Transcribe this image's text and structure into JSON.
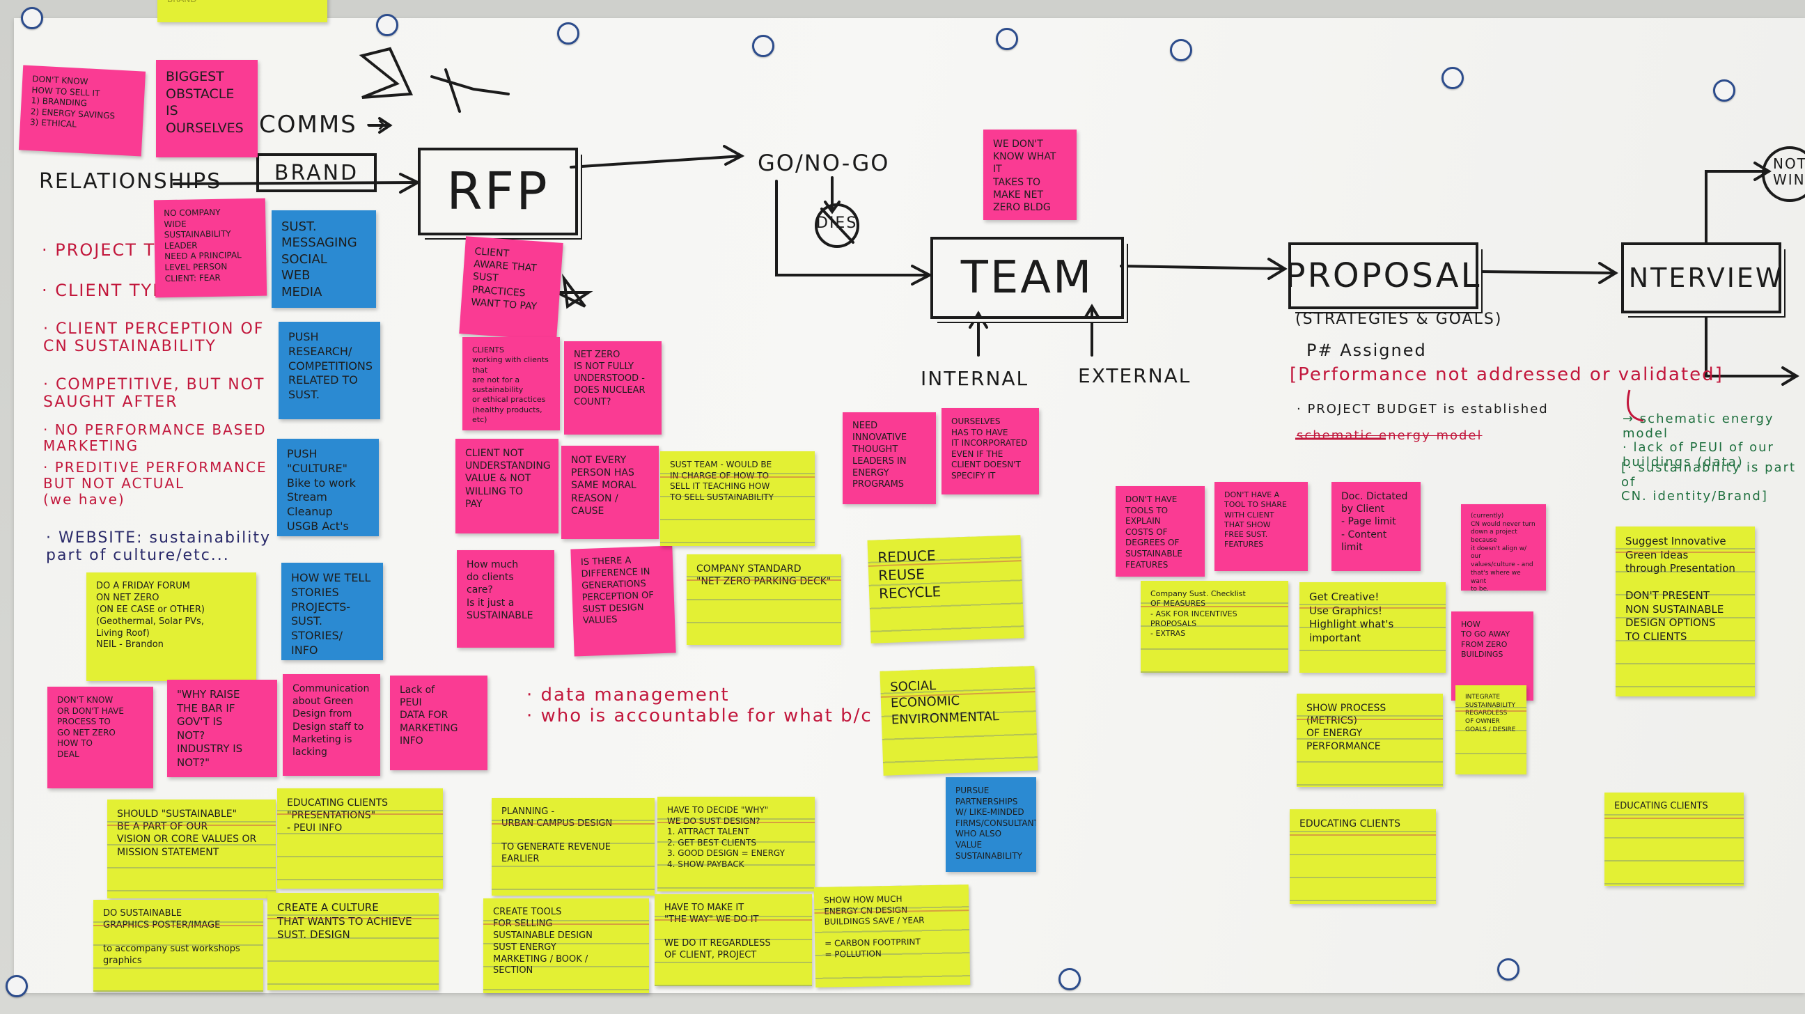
{
  "flow": {
    "comms": "COMMS →",
    "relationships": "RELATIONSHIPS",
    "brand": "BRAND",
    "rfp": "RFP",
    "go_no_go": "GO/NO-GO",
    "dies": "DIES",
    "team": "TEAM",
    "internal": "INTERNAL",
    "external": "EXTERNAL",
    "proposal": "PROPOSAL",
    "proposal_sub": "(STRATEGIES & GOALS)",
    "assigned": "P# Assigned",
    "performance": "[Performance not addressed or validated]",
    "budget": "· PROJECT BUDGET is established",
    "energy_model": "schematic energy model",
    "interview": "INTERVIEW",
    "not_win": "NOT\nWIN"
  },
  "left_notes": {
    "project_type": "· PROJECT TYPE",
    "client_type": "· CLIENT TYPE",
    "client_perception": "· CLIENT PERCEPTION OF\n  CN SUSTAINABILITY",
    "competitive": "· COMPETITIVE, BUT NOT\n  SAUGHT AFTER",
    "no_performance": "· NO PERFORMANCE BASED\n  MARKETING",
    "predictive": "· PREDITIVE PERFORMANCE\n  BUT NOT ACTUAL\n  (we have)",
    "website": "· WEBSITE: sustainability\n  part of culture/etc..."
  },
  "right_notes": {
    "schematic": "→ schematic energy model\n  · lack of PEUI of our\n    buildings (data)",
    "sustainability_identity": "[· sustainability is part of\n   CN. identity/Brand]"
  },
  "center_notes": {
    "data_management": "· data management\n· who is accountable for what b/c"
  },
  "stickies": {
    "dont_know": "DON'T KNOW\nHOW TO SELL IT\n1) BRANDING\n2) ENERGY SAVINGS\n3) ETHICAL",
    "biggest_obstacle": "BIGGEST\nOBSTACLE\nIS\nOURSELVES",
    "no_company_leader": "NO COMPANY\nWIDE SUSTAINABILITY\nLEADER\nNEED A PRINCIPAL\nLEVEL PERSON\nCLIENT: FEAR",
    "sust_messaging": "SUST.\nMESSAGING\nSOCIAL\nWEB\nMEDIA",
    "push_research": "PUSH\nRESEARCH/\nCOMPETITIONS\nRELATED TO\nSUST.",
    "push_culture": "PUSH\n\"CULTURE\"\nBike to work\nStream Cleanup\nUSGB Act's",
    "how_we_tell": "HOW WE TELL\nSTORIES\nPROJECTS-\nSUST. STORIES/\nINFO",
    "client_aware": "CLIENT\nAWARE THAT\nSUST PRACTICES\nWANT TO PAY",
    "clients": "CLIENTS\nworking with clients that\nare not for a sustainability\nor ethical practices\n(healthy products, etc)",
    "net_zero_not": "NET ZERO\nIS NOT FULLY\nUNDERSTOOD -\nDOES NUCLEAR\nCOUNT?",
    "client_not_understanding": "CLIENT NOT\nUNDERSTANDING\nVALUE & NOT\nWILLING TO\nPAY",
    "not_every_person": "NOT EVERY\nPERSON HAS\nSAME MORAL\nREASON / CAUSE",
    "how_much": "How much\ndo clients\ncare?\nIs it just a\nSUSTAINABLE",
    "difference": "IS THERE A\nDIFFERENCE IN\nGENERATIONS\nPERCEPTION OF\nSUST DESIGN\nVALUES",
    "sust_team": "SUST TEAM - WOULD BE\nIN CHARGE OF HOW TO\nSELL IT TEACHING HOW\nTO SELL SUSTAINABILITY",
    "company_standard": "COMPANY STANDARD\n\"NET ZERO PARKING DECK\"",
    "reduce": "REDUCE\nREUSE\nRECYCLE",
    "social": "SOCIAL\nECONOMIC\nENVIRONMENTAL",
    "need_innovative": "NEED\nINNOVATIVE\nTHOUGHT\nLEADERS IN\nENERGY PROGRAMS",
    "ourselves": "OURSELVES\nHAS TO HAVE\nIT INCORPORATED\nEVEN IF THE\nCLIENT DOESN'T\nSPECIFY IT",
    "we_dont_know": "WE DON'T\nKNOW WHAT IT\nTAKES TO\nMAKE NET\nZERO BLDG",
    "do_a_friday": "DO A FRIDAY FORUM\nON NET ZERO\n(ON EE CASE or OTHER)\n(Geothermal, Solar PVs,\nLiving Roof)\nNEIL - Brandon",
    "dont_know_2": "DON'T KNOW\nOR DON'T HAVE\nPROCESS TO\nGO NET ZERO\nHOW TO\nDEAL",
    "why_raise": "\"WHY RAISE\nTHE BAR IF\nGOV'T IS\nNOT?\nINDUSTRY IS\nNOT?\"",
    "communication": "Communication\nabout Green\nDesign from\nDesign staff to\nMarketing is\nlacking",
    "lack_of_peui": "Lack of\nPEUI\nDATA FOR\nMARKETING\nINFO",
    "should_sustainable": "SHOULD \"SUSTAINABLE\"\nBE A PART OF OUR\nVISION OR CORE VALUES OR\nMISSION STATEMENT",
    "educating_1": "EDUCATING CLIENTS\n\"PRESENTATIONS\"\n- PEUI INFO",
    "planning": "PLANNING -\nURBAN CAMPUS DESIGN\n\nTO GENERATE REVENUE\nEARLIER",
    "have_to_decide": "HAVE TO DECIDE \"WHY\"\nWE DO SUST DESIGN?\n1. ATTRACT TALENT\n2. GET BEST CLIENTS\n3. GOOD DESIGN = ENERGY\n4. SHOW PAYBACK",
    "do_sustainable_graphics": "DO SUSTAINABLE\nGRAPHICS POSTER/IMAGE\n\nto accompany sust workshops\ngraphics",
    "create_culture": "CREATE A CULTURE\nTHAT WANTS TO ACHIEVE\nSUST. DESIGN",
    "create_tools": "CREATE TOOLS\nFOR SELLING\nSUSTAINABLE DESIGN\nSUST ENERGY\nMARKETING / BOOK /\nSECTION",
    "have_to_make": "HAVE TO MAKE IT\n\"THE WAY\" WE DO IT\n\nWE DO IT REGARDLESS\nOF CLIENT, PROJECT",
    "show_how_much": "SHOW HOW MUCH\nENERGY CN DESIGN\nBUILDINGS SAVE / YEAR\n\n= CARBON FOOTPRINT\n= POLLUTION",
    "pursue": "PURSUE\nPARTNERSHIPS\nW/ LIKE-MINDED\nFIRMS/CONSULTANTS\nWHO ALSO VALUE\nSUSTAINABILITY",
    "dont_have_tools": "DON'T HAVE\nTOOLS TO\nEXPLAIN\nCOSTS OF\nDEGREES OF\nSUSTAINABLE\nFEATURES",
    "dont_have_tool_share": "DON'T HAVE A\nTOOL TO SHARE\nWITH CLIENT\nTHAT SHOW\nFREE SUST. FEATURES",
    "doc_dictated": "Doc. Dictated\nby Client\n- Page limit\n- Content limit",
    "currently": "(currently)\nCN would never turn\ndown a project because\nit doesn't align w/ our\nvalues/culture - and\nthat's where we want\nto be.",
    "company_checklist": "Company Sust. Checklist\nOF MEASURES\n- ASK FOR INCENTIVES\nPROPOSALS\n- EXTRAS",
    "get_creative": "Get Creative!\nUse Graphics!\nHighlight what's important",
    "how_to_go": "HOW\nTO GO AWAY\nFROM ZERO\nBUILDINGS",
    "show_process": "SHOW PROCESS\n(METRICS)\nOF ENERGY PERFORMANCE",
    "integrate": "INTEGRATE\nSUSTAINABILITY\nREGARDLESS\nOF OWNER\nGOALS / DESIRE",
    "educating_2": "EDUCATING CLIENTS",
    "suggest_innovative": "Suggest Innovative\nGreen Ideas\nthrough Presentation\n\nDON'T PRESENT\nNON SUSTAINABLE\nDESIGN OPTIONS\nTO CLIENTS",
    "educating_3": "EDUCATING CLIENTS",
    "top_yellow": "BRAND"
  }
}
